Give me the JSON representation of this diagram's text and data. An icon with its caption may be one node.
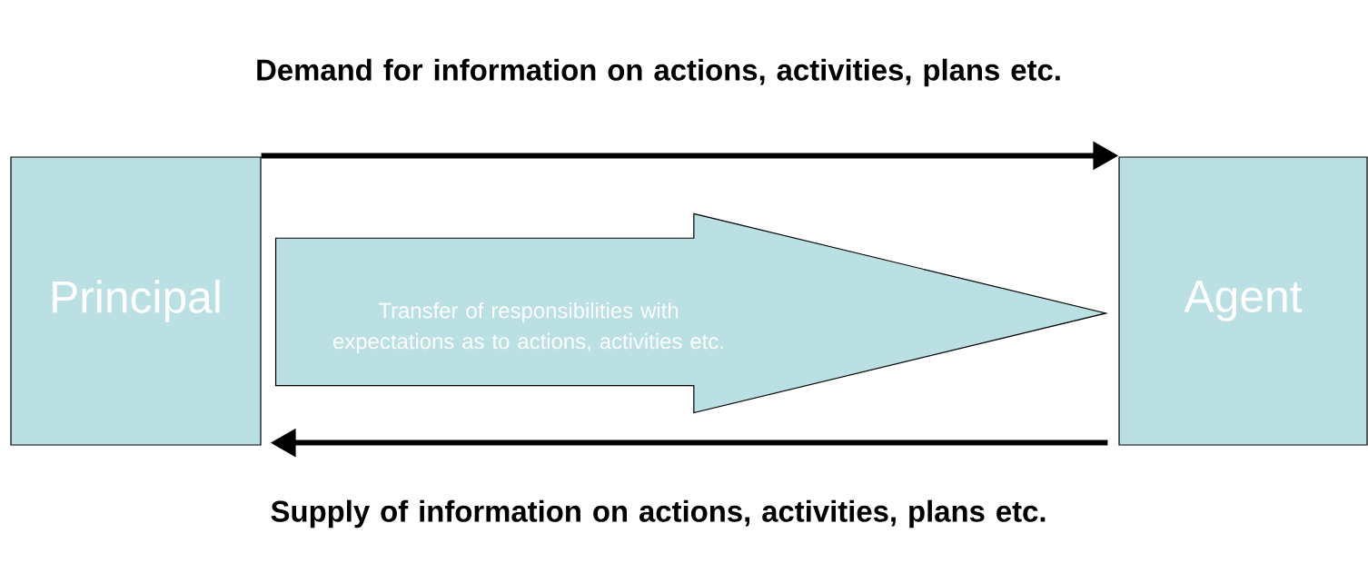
{
  "diagram": {
    "nodes": [
      {
        "text": [
          "Principal"
        ]
      },
      {
        "text": [
          "Agent"
        ]
      }
    ],
    "edges": [
      {
        "from": 0,
        "to": 1,
        "arrow": "to",
        "label": "Demand for information on actions, activities, plans etc."
      },
      {
        "from": 1,
        "to": 0,
        "arrow": "to",
        "label": "Supply of information on actions, activities, plans etc."
      },
      {
        "from": 0,
        "to": 1,
        "arrow": "to",
        "label": "Transfer of responsibilities with expectations as to actions, activities etc."
      }
    ]
  }
}
